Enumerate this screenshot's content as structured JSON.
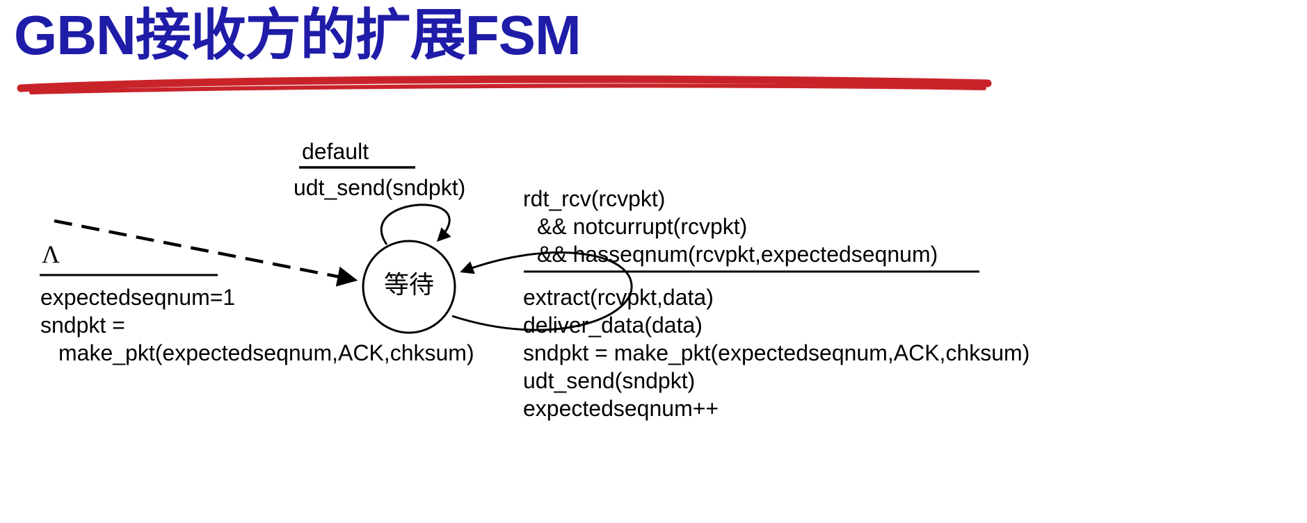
{
  "title": "GBN接收方的扩展FSM",
  "state": {
    "label": "等待"
  },
  "default_self_loop": {
    "event": "default",
    "action": "udt_send(sndpkt)"
  },
  "receive_self_loop": {
    "event_lines": [
      "rdt_rcv(rcvpkt)",
      "&& notcurrupt(rcvpkt)",
      "&& hasseqnum(rcvpkt,expectedseqnum)"
    ],
    "action_lines": [
      "extract(rcvpkt,data)",
      "deliver_data(data)",
      "sndpkt = make_pkt(expectedseqnum,ACK,chksum)",
      "udt_send(sndpkt)",
      "expectedseqnum++"
    ]
  },
  "initial_transition": {
    "event": "Λ",
    "action_lines": [
      "expectedseqnum=1",
      "sndpkt =",
      "make_pkt(expectedseqnum,ACK,chksum)"
    ]
  },
  "colors": {
    "title": "#1f1ca8",
    "underline": "#c9232a",
    "diagram_stroke": "#000000"
  }
}
